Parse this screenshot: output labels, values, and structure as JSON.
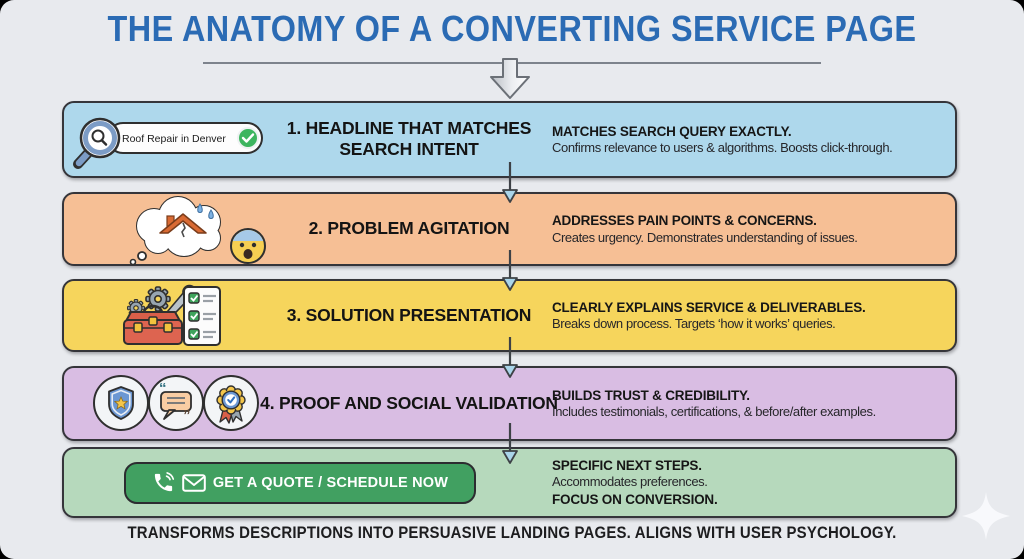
{
  "title": "THE ANATOMY OF A CONVERTING SERVICE PAGE",
  "search_pill": {
    "query": "Roof Repair in Denver"
  },
  "rows": [
    {
      "heading": "1. HEADLINE THAT MATCHES SEARCH INTENT",
      "desc_bold": "MATCHES SEARCH QUERY EXACTLY.",
      "desc": "Confirms relevance to users & algorithms. Boosts click-through.",
      "bg": "#aed8ec"
    },
    {
      "heading": "2. PROBLEM AGITATION",
      "desc_bold": "ADDRESSES PAIN POINTS & CONCERNS.",
      "desc": "Creates urgency. Demonstrates understanding of issues.",
      "bg": "#f6bf95"
    },
    {
      "heading": "3. SOLUTION PRESENTATION",
      "desc_bold": "CLEARLY EXPLAINS SERVICE & DELIVERABLES.",
      "desc": "Breaks down process. Targets ‘how it works’ queries.",
      "bg": "#f6d55c"
    },
    {
      "heading": "4. PROOF AND SOCIAL VALIDATION",
      "desc_bold": "BUILDS TRUST & CREDIBILITY.",
      "desc": "Includes testimonials, certifications, & before/after examples.",
      "bg": "#d9bde3"
    },
    {
      "cta_label": "GET A QUOTE / SCHEDULE NOW",
      "desc_bold": "SPECIFIC NEXT STEPS.",
      "desc": "Accommodates preferences.",
      "desc_bold2": "FOCUS ON CONVERSION.",
      "bg": "#b6d9bc"
    }
  ],
  "footer": "TRANSFORMS DESCRIPTIONS INTO PERSUASIVE LANDING PAGES. ALIGNS WITH USER PSYCHOLOGY.",
  "icons": {
    "row1": "magnifier-search-bar-icon",
    "row2": "worried-thought-bubble-icon",
    "row3": "toolbox-checklist-icon",
    "row4": [
      "shield-star-icon",
      "testimonial-quote-icon",
      "award-badge-icon"
    ],
    "cta": [
      "phone-icon",
      "envelope-icon"
    ],
    "flow": "down-arrow-icon",
    "corner": "sparkle-icon"
  },
  "colors": {
    "background": "#e8eaee",
    "title_blue": "#2b6bb4",
    "border_dark": "#35353a",
    "row1_bg": "#aed8ec",
    "row2_bg": "#f6bf95",
    "row3_bg": "#f6d55c",
    "row4_bg": "#d9bde3",
    "row5_bg": "#b6d9bc",
    "cta_green": "#41a061",
    "check_green": "#3cb55e",
    "arrowhead_blue": "#aad5ea"
  }
}
